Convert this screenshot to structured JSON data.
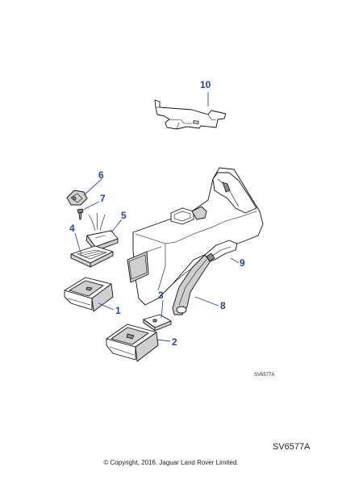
{
  "callouts": {
    "c1": "1",
    "c2": "2",
    "c3": "3",
    "c4": "4",
    "c5": "5",
    "c6": "6",
    "c7": "7",
    "c8": "8",
    "c9": "9",
    "c10": "10"
  },
  "diagram_ref_small": "SV6577A",
  "diagram_ref_large": "SV6577A",
  "copyright": "© Copyright, 2016. Jaguar Land Rover Limited.",
  "colors": {
    "callout": "#1f3fbf",
    "line": "#111111"
  }
}
